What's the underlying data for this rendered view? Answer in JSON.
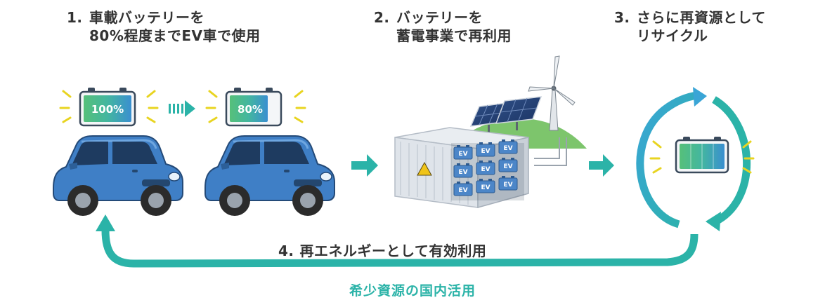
{
  "steps": {
    "s1": {
      "num": "1.",
      "line1": "車載バッテリーを",
      "line2": "80%程度までEV車で使用"
    },
    "s2": {
      "num": "2.",
      "line1": "バッテリーを",
      "line2": "蓄電事業で再利用"
    },
    "s3": {
      "num": "3.",
      "line1": "さらに再資源として",
      "line2": "リサイクル"
    },
    "s4": {
      "num": "4.",
      "line1": "再エネルギーとして有効利用"
    }
  },
  "battery_levels": {
    "first": "100%",
    "second": "80%"
  },
  "container_label": "EV",
  "tagline": "希少資源の国内活用",
  "colors": {
    "teal": "#2bb3a8",
    "car_blue": "#3f7fc6",
    "text": "#333333"
  }
}
